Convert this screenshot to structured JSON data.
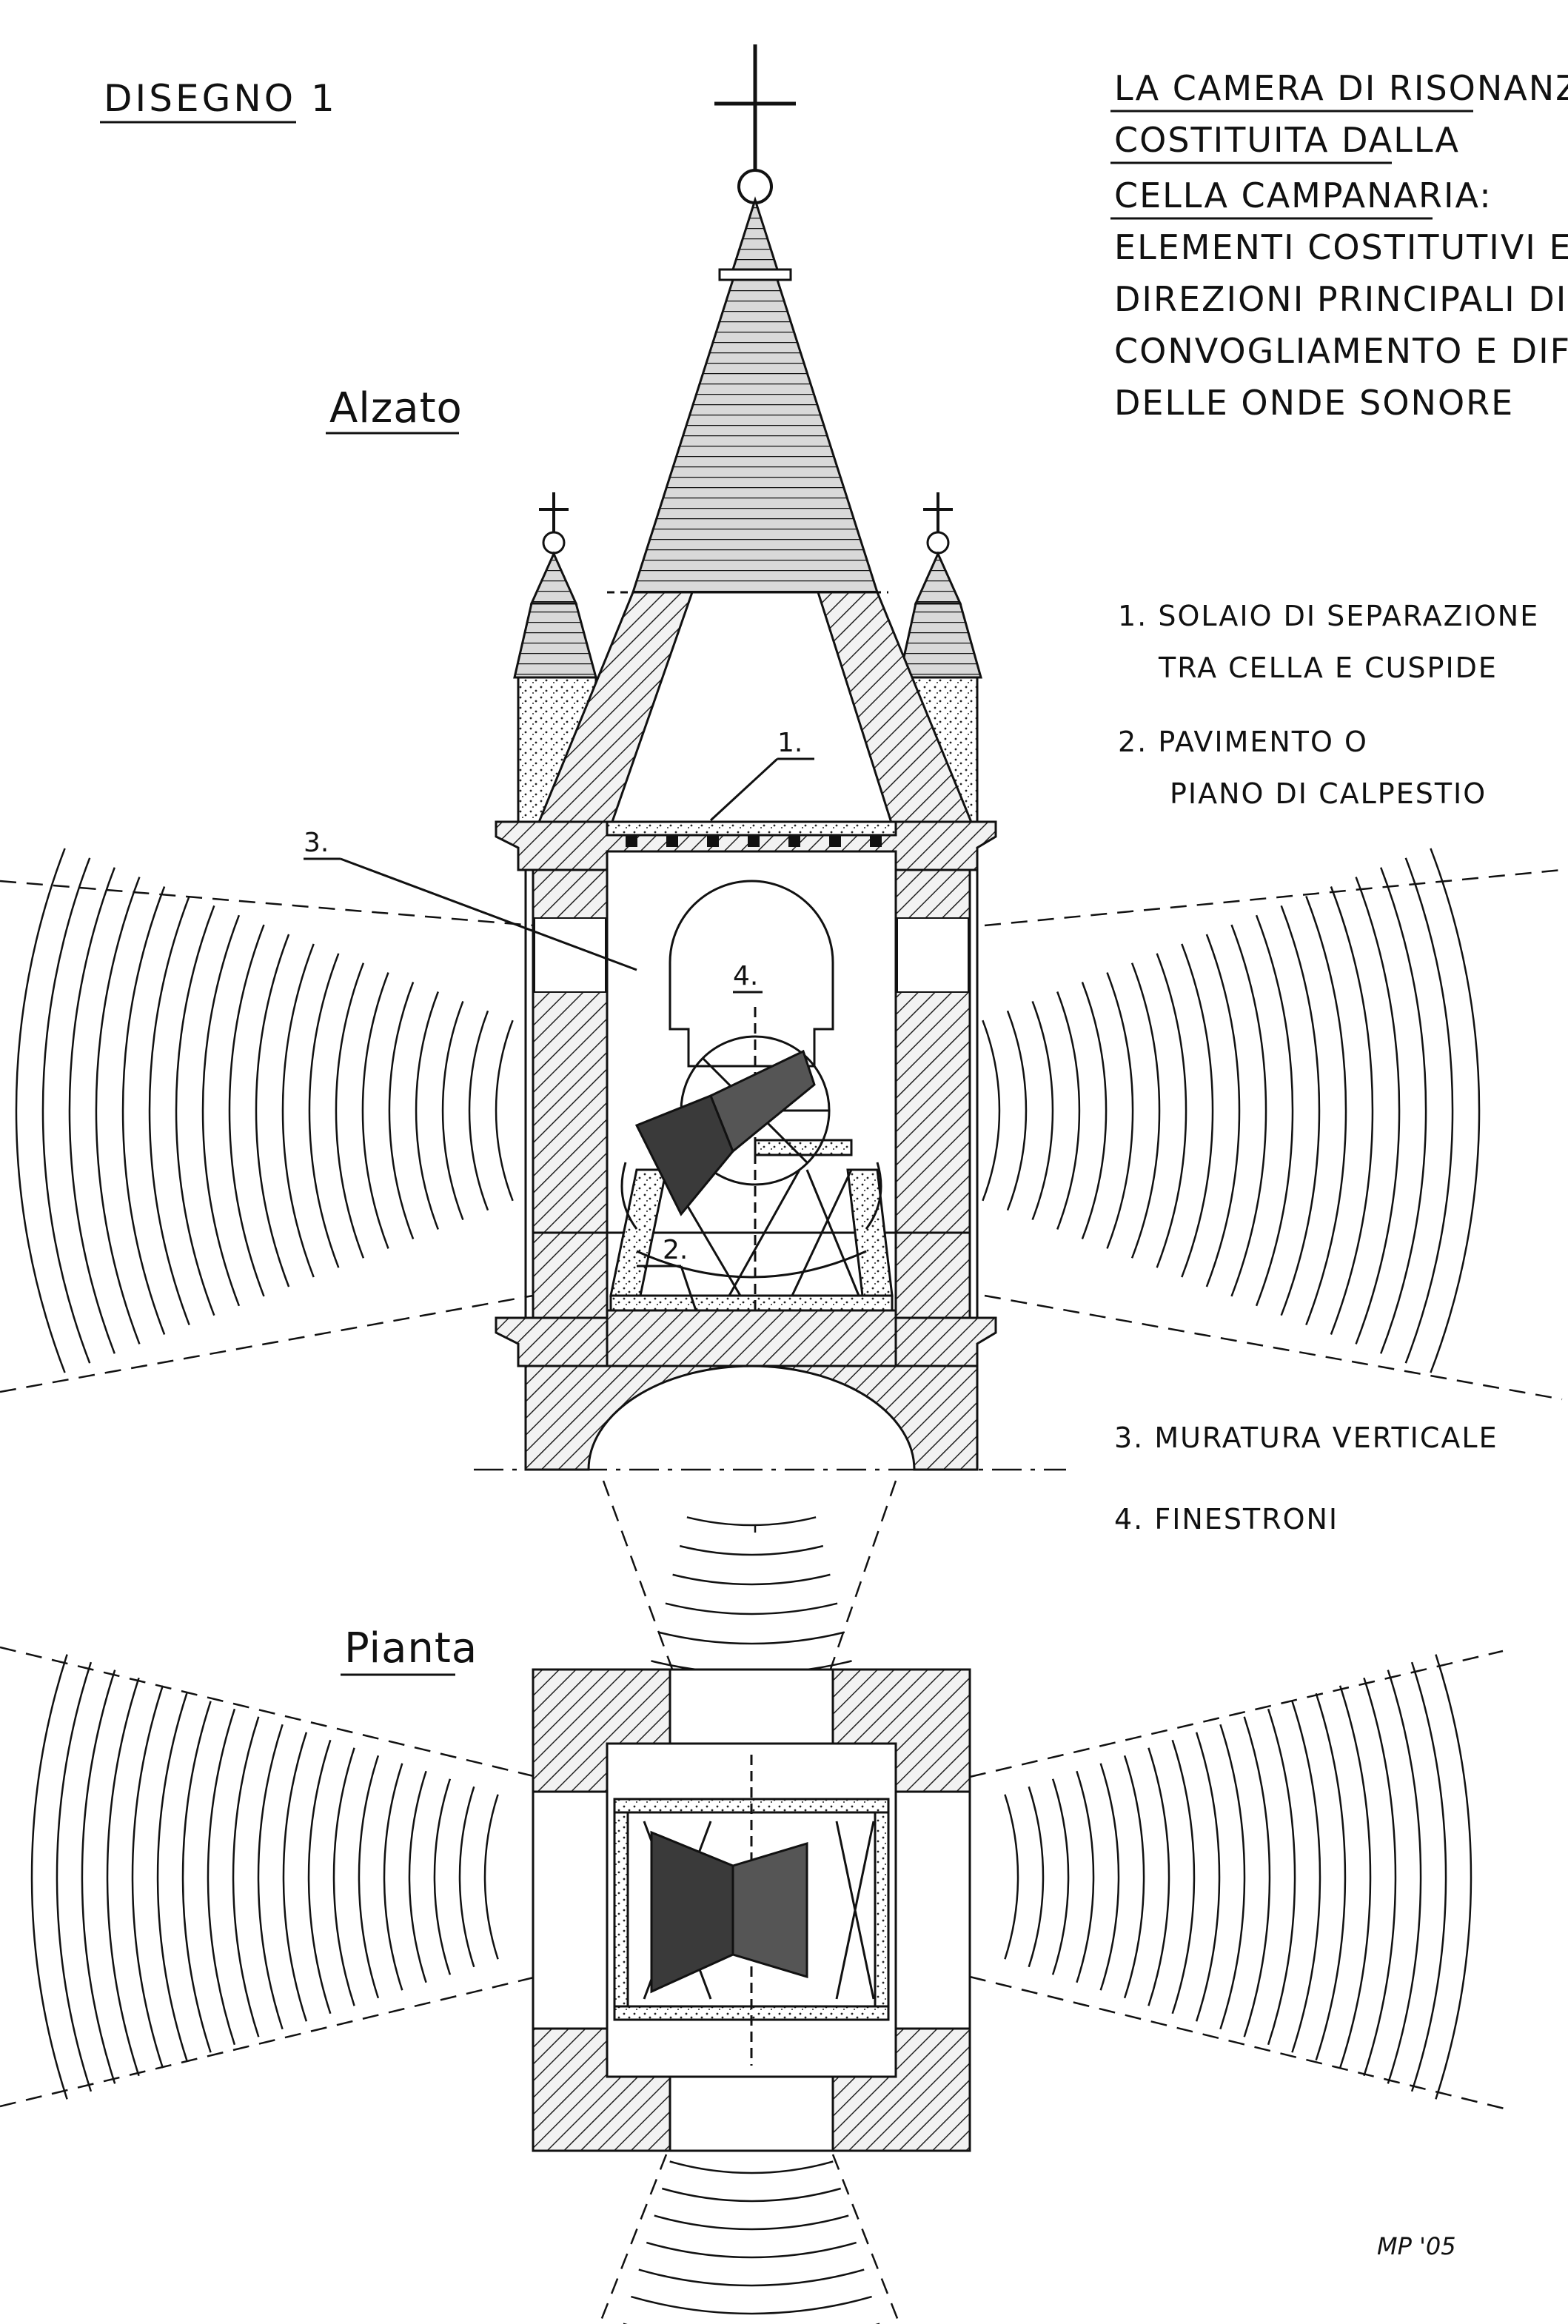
{
  "document_title": "DISEGNO 1",
  "heading_lines": [
    "LA CAMERA DI RISONANZA",
    "COSTITUITA DALLA",
    "CELLA CAMPANARIA:",
    "ELEMENTI COSTITUTIVI E",
    "DIREZIONI PRINCIPALI DI",
    "CONVOGLIAMENTO E DIFFUSIONE",
    "DELLE ONDE SONORE"
  ],
  "views": {
    "elevation": "Alzato",
    "plan": "Pianta"
  },
  "legend": [
    {
      "lines": [
        "1. SOLAIO DI SEPARAZIONE",
        "TRA CELLA E CUSPIDE"
      ]
    },
    {
      "lines": [
        "2. PAVIMENTO O",
        "PIANO DI CALPESTIO"
      ]
    },
    {
      "lines": [
        "3. MURATURA VERTICALE"
      ]
    },
    {
      "lines": [
        "4. FINESTRONI"
      ]
    }
  ],
  "callouts": [
    "1.",
    "2.",
    "3.",
    "4."
  ],
  "signature": "MP '05",
  "colors": {
    "ink": "#111111",
    "paper": "#ffffff",
    "hatch": "#222222"
  },
  "icons": [
    "cross-icon",
    "bell-icon"
  ]
}
